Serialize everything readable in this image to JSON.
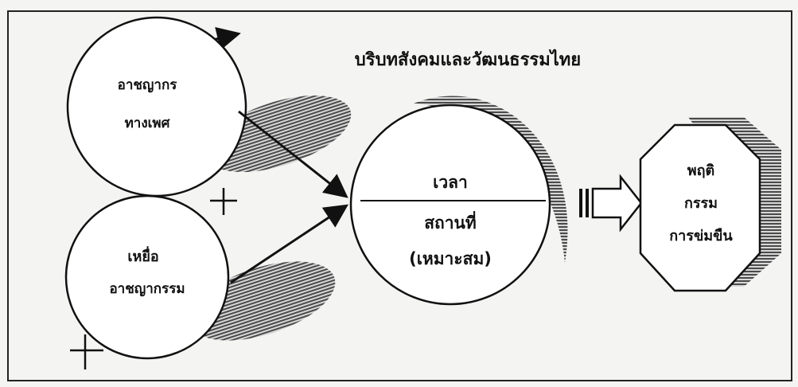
{
  "diagram": {
    "title": "บริบทสังคมและวัฒนธรรมไทย",
    "offender": {
      "line1": "อาชญากร",
      "line2": "ทางเพศ"
    },
    "victim": {
      "line1": "เหยื่อ",
      "line2": "อาชญากรรม"
    },
    "setting": {
      "line1": "เวลา",
      "line2": "สถานที่",
      "line3": "(เหมาะสม)"
    },
    "outcome": {
      "line1": "พฤติ",
      "line2": "กรรม",
      "line3": "การข่มขืน"
    },
    "plus_signs": [
      "+",
      "+"
    ]
  }
}
